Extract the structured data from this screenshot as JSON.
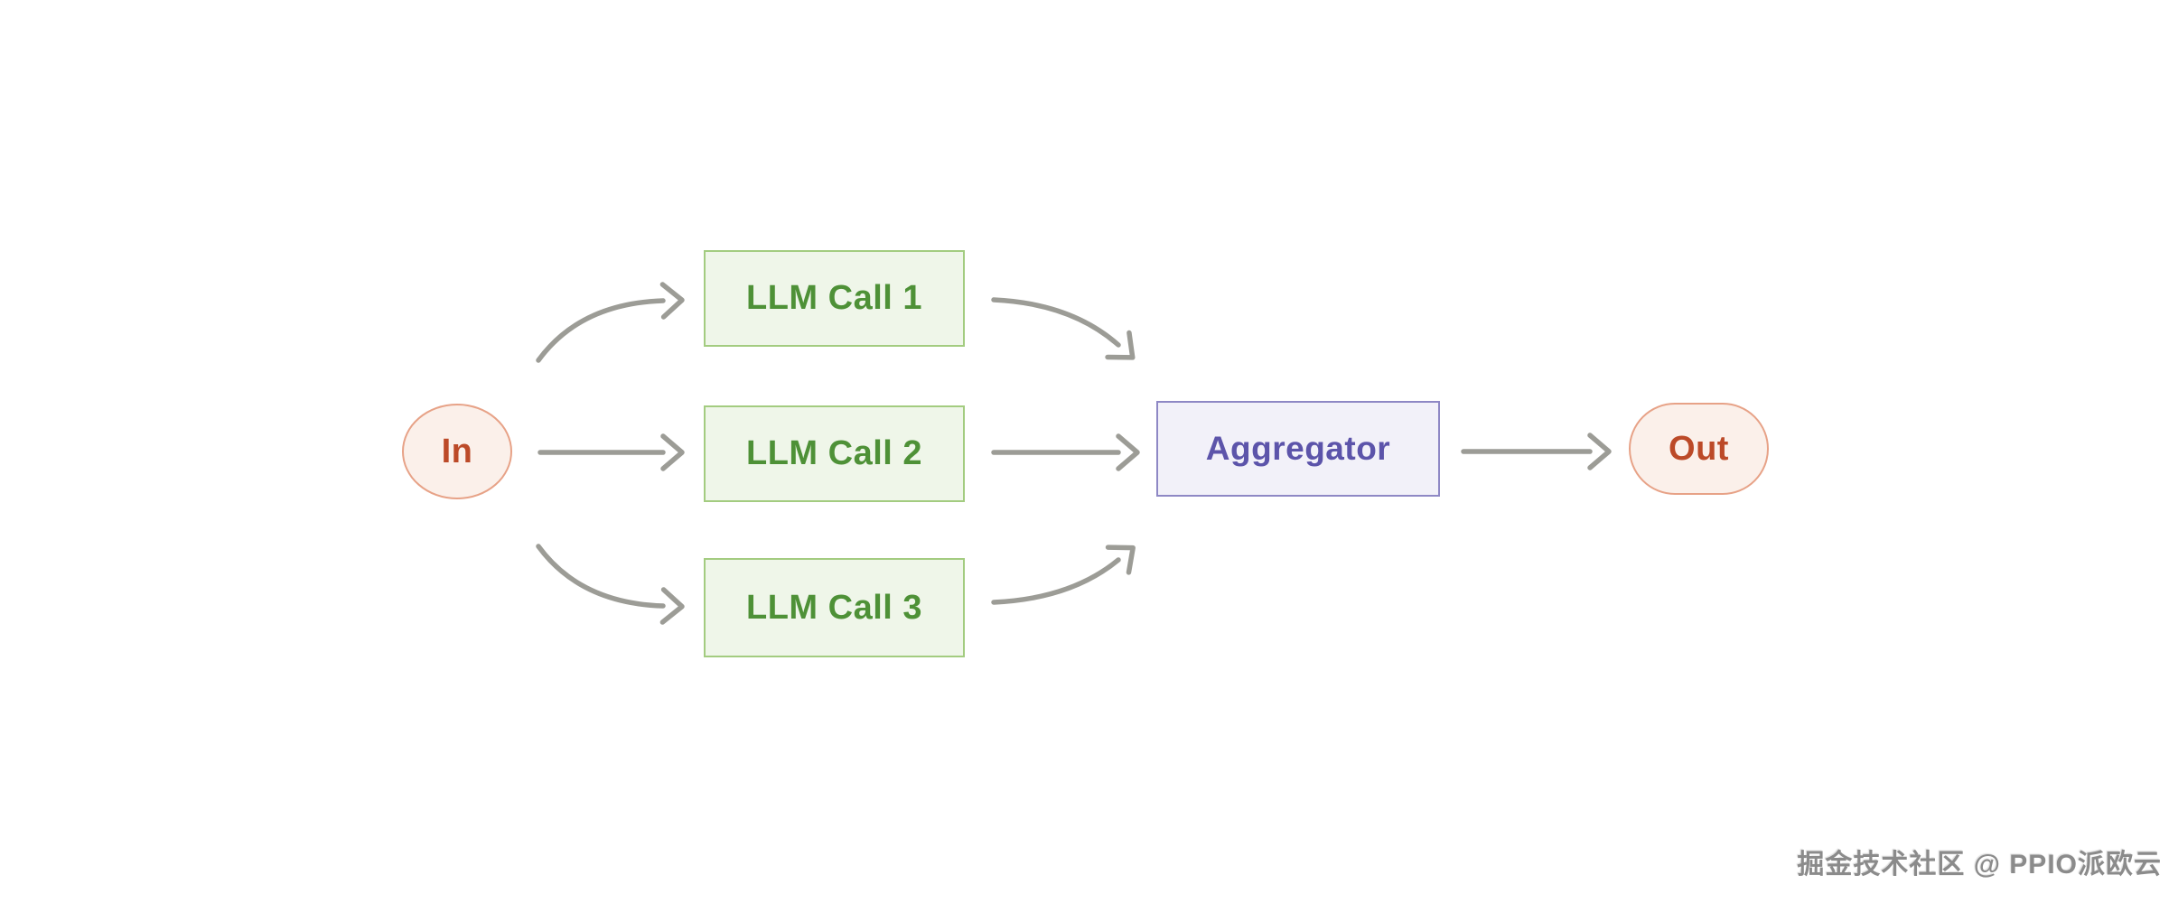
{
  "nodes": {
    "in": {
      "label": "In"
    },
    "llm_call_1": {
      "label": "LLM Call 1"
    },
    "llm_call_2": {
      "label": "LLM Call 2"
    },
    "llm_call_3": {
      "label": "LLM Call 3"
    },
    "aggregator": {
      "label": "Aggregator"
    },
    "out": {
      "label": "Out"
    }
  },
  "edges": [
    {
      "from": "In",
      "to": "LLM Call 1",
      "style": "curved"
    },
    {
      "from": "In",
      "to": "LLM Call 2",
      "style": "straight"
    },
    {
      "from": "In",
      "to": "LLM Call 3",
      "style": "curved"
    },
    {
      "from": "LLM Call 1",
      "to": "Aggregator",
      "style": "curved"
    },
    {
      "from": "LLM Call 2",
      "to": "Aggregator",
      "style": "straight"
    },
    {
      "from": "LLM Call 3",
      "to": "Aggregator",
      "style": "curved"
    },
    {
      "from": "Aggregator",
      "to": "Out",
      "style": "straight"
    }
  ],
  "colors": {
    "background": "#ffffff",
    "arrow": "#9C9C96",
    "green_fill": "#EFF6E9",
    "green_border": "#A3CC80",
    "green_text": "#4E9137",
    "purple_fill": "#F2F1F9",
    "purple_border": "#8E88C5",
    "purple_text": "#5C54AA",
    "peach_fill": "#FBF0EA",
    "peach_border": "#E7A287",
    "peach_text": "#BC4A28",
    "watermark_text_color": "#8B8B8B"
  },
  "watermark": {
    "text": "掘金技术社区 @ PPIO派欧云"
  }
}
